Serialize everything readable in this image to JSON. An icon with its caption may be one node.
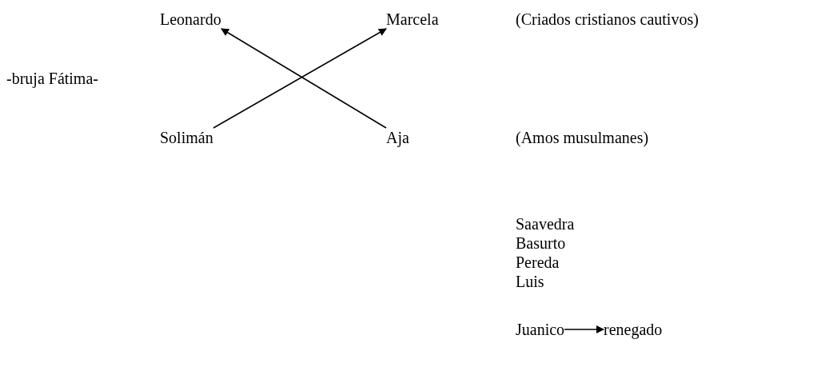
{
  "diagram": {
    "nodes": [
      {
        "text": [
          "Leonardo"
        ]
      },
      {
        "text": [
          "Marcela"
        ]
      },
      {
        "text": [
          "Solimán"
        ]
      },
      {
        "text": [
          "Aja"
        ]
      },
      {
        "text": [
          "Juanico"
        ]
      },
      {
        "text": [
          "renegado"
        ]
      }
    ],
    "edges": [
      {
        "from": 3,
        "to": 0,
        "arrow": "to"
      },
      {
        "from": 2,
        "to": 1,
        "arrow": "to"
      },
      {
        "from": 4,
        "to": 5,
        "arrow": "to"
      }
    ],
    "labels": [
      "(Criados cristianos cautivos)",
      "-bruja Fátima-",
      "(Amos musulmanes)",
      "Saavedra",
      "Basurto",
      "Pereda",
      "Luis"
    ]
  }
}
